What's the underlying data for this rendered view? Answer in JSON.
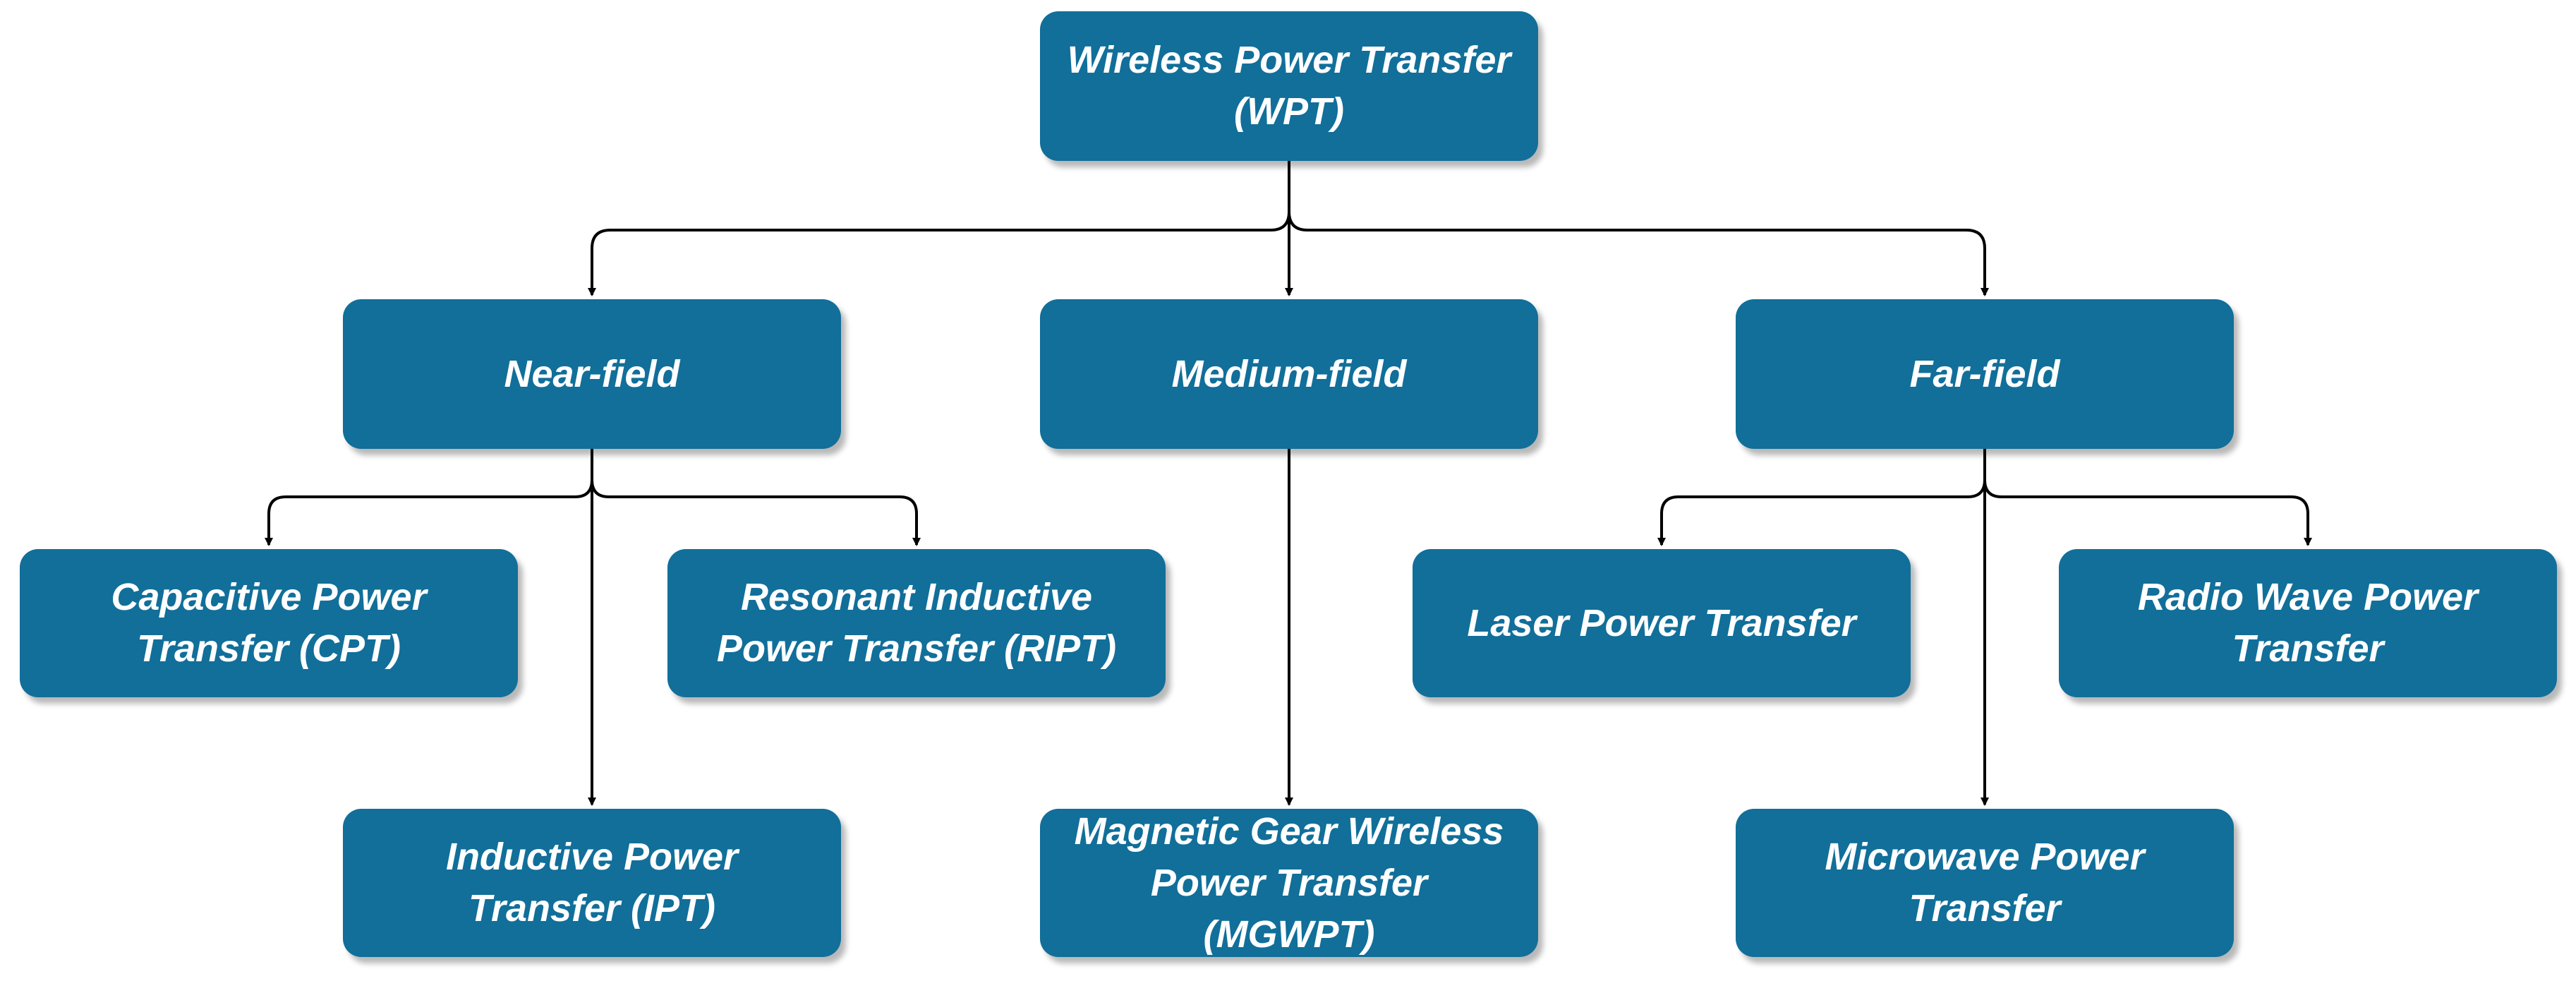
{
  "nodes": {
    "root": "Wireless Power Transfer\n(WPT)",
    "near_field": "Near-field",
    "medium_field": "Medium-field",
    "far_field": "Far-field",
    "cpt": "Capacitive Power\nTransfer (CPT)",
    "ript": "Resonant Inductive\nPower Transfer (RIPT)",
    "ipt": "Inductive Power\nTransfer (IPT)",
    "mgwpt": "Magnetic Gear Wireless\nPower Transfer\n(MGWPT)",
    "laser": "Laser Power Transfer",
    "radio": "Radio Wave Power\nTransfer",
    "microwave": "Microwave Power\nTransfer"
  },
  "colors": {
    "node_fill": "#116F9A",
    "node_text": "#FFFFFF",
    "connector": "#000000"
  }
}
